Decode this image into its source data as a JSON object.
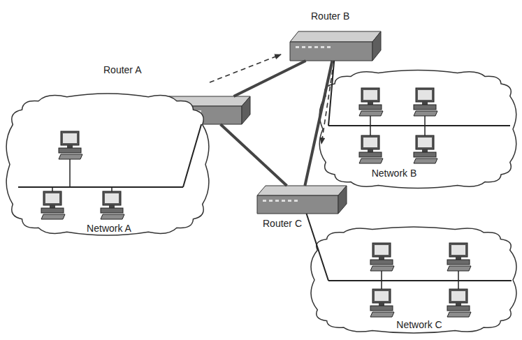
{
  "diagram": {
    "nodes": [
      {
        "text": [
          "Router B"
        ]
      },
      {
        "text": [
          "Router A"
        ]
      },
      {
        "text": [
          "Network B"
        ]
      },
      {
        "text": [
          "Network A"
        ]
      },
      {
        "text": [
          "Router C"
        ]
      },
      {
        "text": [
          "Network C"
        ]
      }
    ],
    "edges": [
      {
        "from": 1,
        "to": 0,
        "arrow": "none"
      },
      {
        "from": 1,
        "to": 4,
        "arrow": "none"
      },
      {
        "from": 0,
        "to": 4,
        "arrow": "none"
      },
      {
        "from": 1,
        "to": 3,
        "arrow": "none"
      },
      {
        "from": 0,
        "to": 2,
        "arrow": "none"
      },
      {
        "from": 4,
        "to": 5,
        "arrow": "none"
      }
    ]
  }
}
